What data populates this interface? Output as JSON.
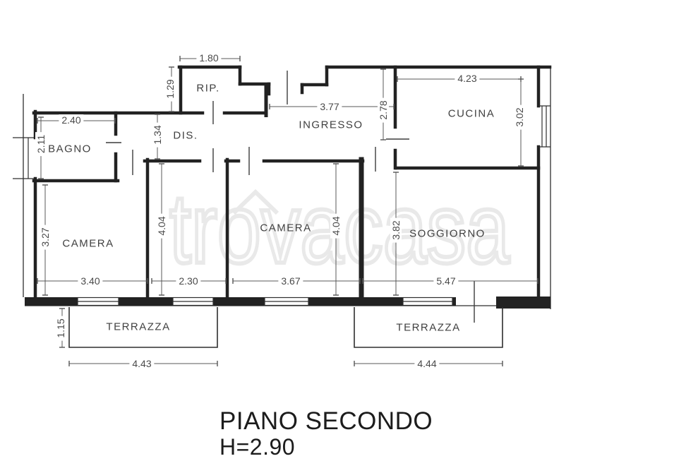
{
  "title": {
    "line1": "PIANO SECONDO",
    "line2": "H=2.90"
  },
  "watermark": {
    "text": "trovacasa"
  },
  "rooms": {
    "rip": "RIP.",
    "dis": "DIS.",
    "bagno": "BAGNO",
    "ingresso": "INGRESSO",
    "cucina": "CUCINA",
    "camera_left": "CAMERA",
    "camera_mid": "CAMERA",
    "soggiorno": "SOGGIORNO",
    "terrazza_left": "TERRAZZA",
    "terrazza_right": "TERRAZZA"
  },
  "dims": {
    "w_rip": "1.80",
    "h_rip": "1.29",
    "w_bagno": "2.40",
    "h_bagno": "2.11",
    "w_dis": "1.34",
    "w_ingresso": "3.77",
    "h_ingresso": "2.78",
    "w_cucina": "4.23",
    "h_cucina": "3.02",
    "h_camera_left": "3.27",
    "w_camera_left": "3.40",
    "h_middle": "4.04",
    "w_middle": "2.30",
    "w_camera_mid": "3.67",
    "h_camera_mid": "4.04",
    "h_soggiorno": "3.82",
    "w_soggiorno": "5.47",
    "h_terrazza_left": "1.15",
    "w_terrazza_left": "4.43",
    "w_terrazza_right": "4.44"
  }
}
